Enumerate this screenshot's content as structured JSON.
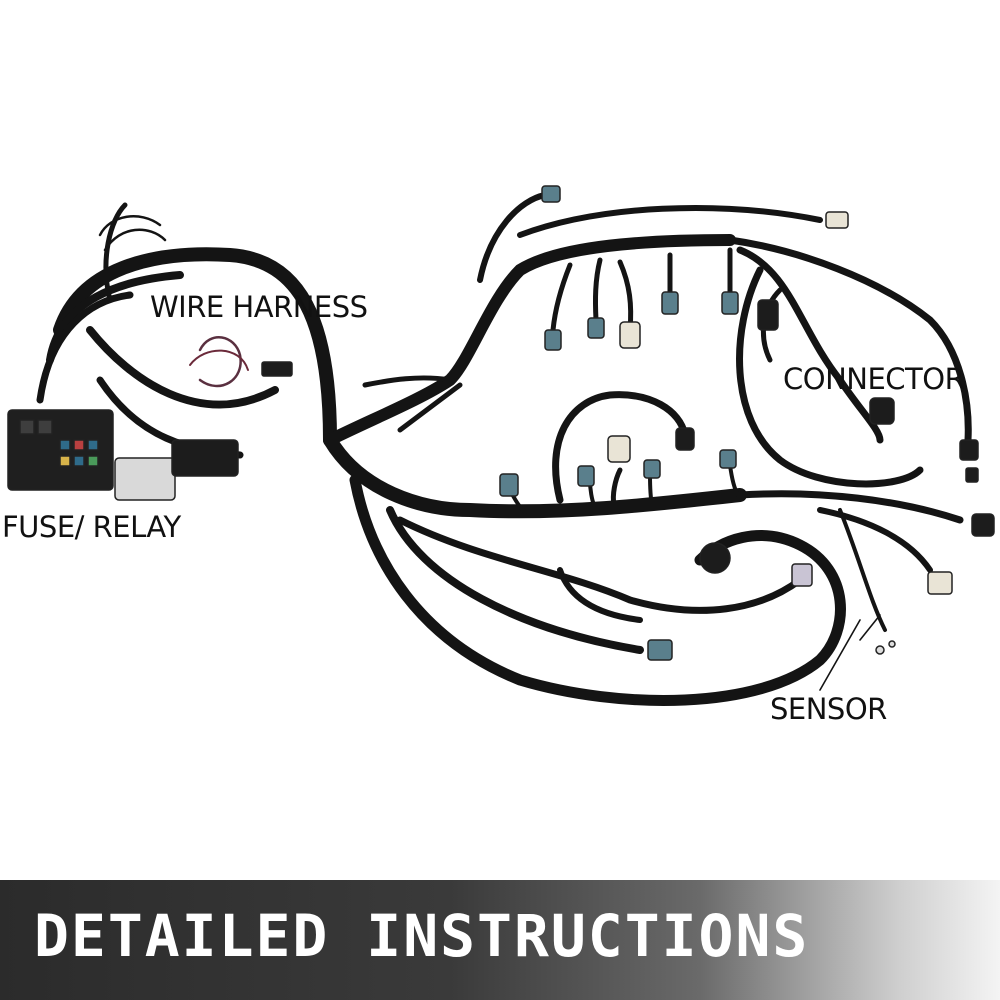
{
  "labels": {
    "wire_harness": "WIRE HARNESS",
    "fuse_relay": "FUSE/ RELAY",
    "connector": "CONNECTOR",
    "sensor": "SENSOR"
  },
  "banner": {
    "text": "DETAILED INSTRUCTIONS"
  },
  "colors": {
    "wire": "#141414",
    "connector_blue": "#5a7f8c",
    "connector_white": "#e9e4d6",
    "banner_dark": "#2b2b2b"
  }
}
